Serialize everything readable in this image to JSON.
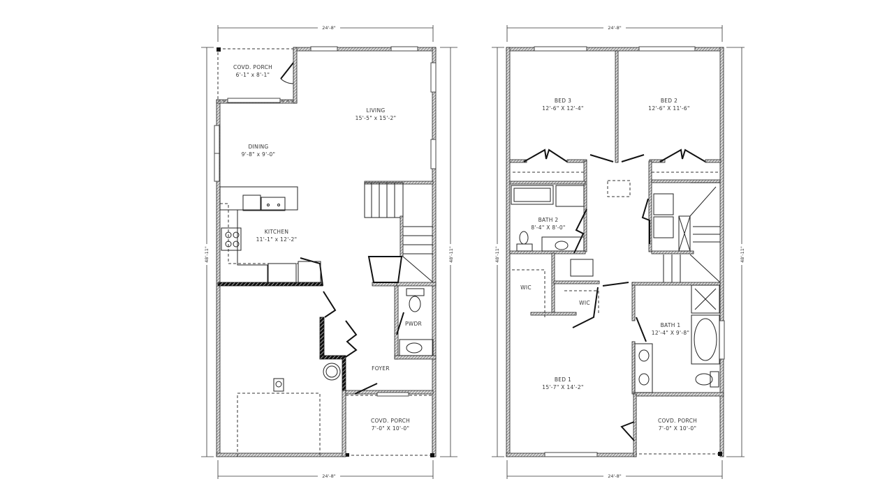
{
  "first_floor": {
    "width_top": "24'-8\"",
    "width_bottom": "24'-8\"",
    "depth_left": "48'-11\"",
    "depth_right": "48'-11\"",
    "rooms": {
      "porch_rear": {
        "name": "COVD. PORCH",
        "size": "6'-1\" x 8'-1\""
      },
      "living": {
        "name": "LIVING",
        "size": "15'-5\" x 15'-2\""
      },
      "dining": {
        "name": "DINING",
        "size": "9'-8\" x 9'-0\""
      },
      "kitchen": {
        "name": "KITCHEN",
        "size": "11'-1\" x 12'-2\""
      },
      "powder": {
        "name": "PWDR"
      },
      "foyer": {
        "name": "FOYER"
      },
      "porch_front": {
        "name": "COVD. PORCH",
        "size": "7'-0\" X 10'-0\""
      }
    }
  },
  "second_floor": {
    "width_top": "24'-8\"",
    "width_bottom": "24'-8\"",
    "depth_left": "48'-11\"",
    "depth_right": "48'-11\"",
    "rooms": {
      "bed3": {
        "name": "BED 3",
        "size": "12'-6\" X 12'-4\""
      },
      "bed2": {
        "name": "BED 2",
        "size": "12'-6\" X 11'-6\""
      },
      "bath2": {
        "name": "BATH 2",
        "size": "8'-4\" X 8'-0\""
      },
      "wic1": {
        "name": "WIC"
      },
      "wic2": {
        "name": "WIC"
      },
      "bath1": {
        "name": "BATH 1",
        "size": "12'-4\" X 9'-8\""
      },
      "bed1": {
        "name": "BED 1",
        "size": "15'-7\" X 14'-2\""
      },
      "porch": {
        "name": "COVD. PORCH",
        "size": "7'-0\" X 10'-0\""
      }
    }
  }
}
